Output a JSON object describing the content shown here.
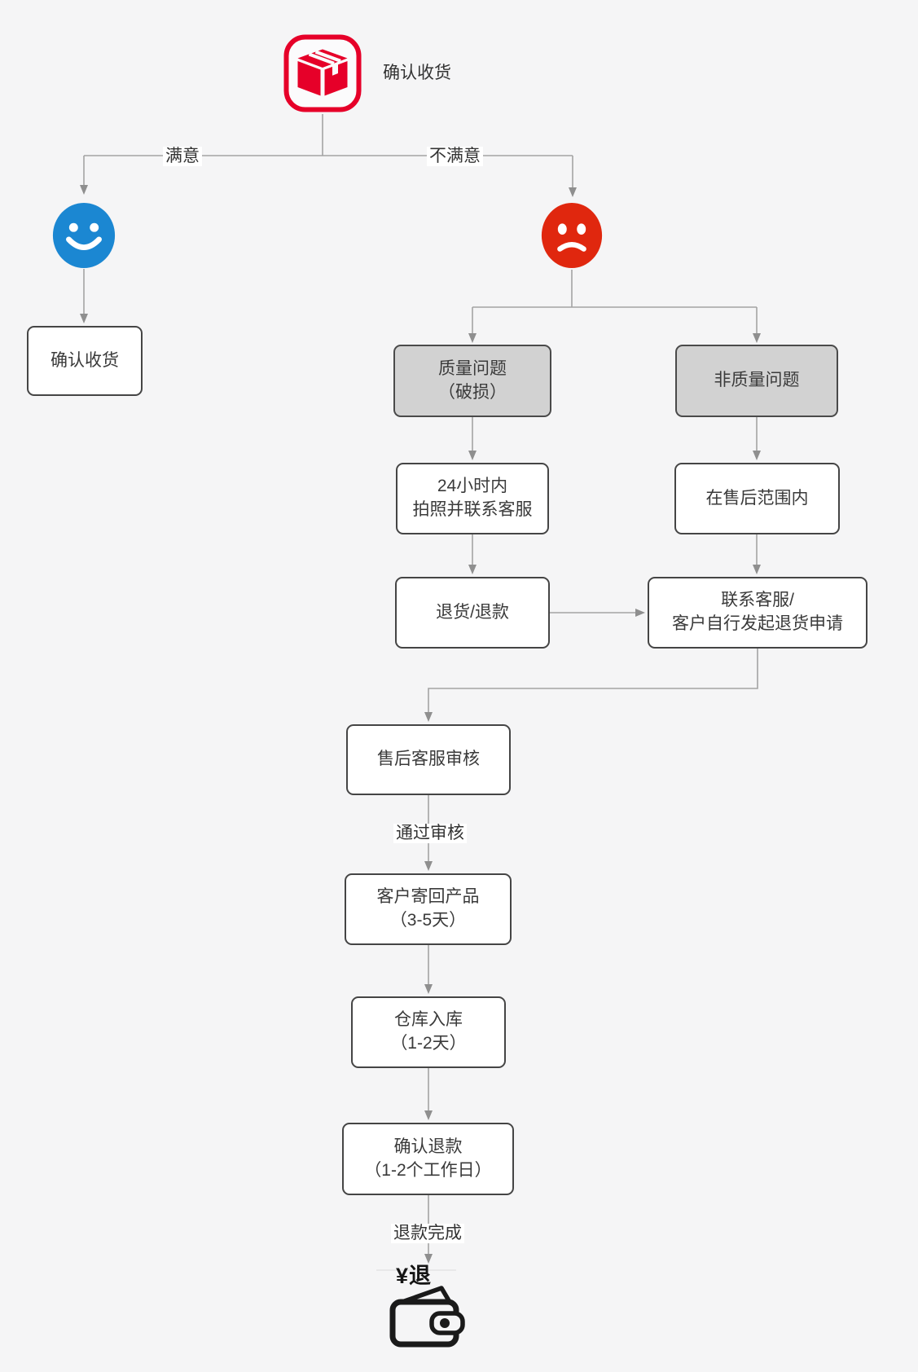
{
  "diagram": {
    "start": {
      "icon": "package-icon",
      "label": "确认收货"
    },
    "branch_labels": {
      "satisfied": "满意",
      "unsatisfied": "不满意"
    },
    "nodes": {
      "confirm_receipt": {
        "line1": "确认收货"
      },
      "quality_issue": {
        "line1": "质量问题",
        "line2": "（破损）"
      },
      "non_quality_issue": {
        "line1": "非质量问题"
      },
      "photo_within_24h": {
        "line1": "24小时内",
        "line2": "拍照并联系客服"
      },
      "within_after_sale_scope": {
        "line1": "在售后范围内"
      },
      "return_or_refund": {
        "line1": "退货/退款"
      },
      "contact_customer_service": {
        "line1": "联系客服/",
        "line2": "客户自行发起退货申请"
      },
      "after_sale_review": {
        "line1": "售后客服审核"
      },
      "customer_sends_back": {
        "line1": "客户寄回产品",
        "line2": "（3-5天）"
      },
      "warehouse_inbound": {
        "line1": "仓库入库",
        "line2": "（1-2天）"
      },
      "confirm_refund": {
        "line1": "确认退款",
        "line2": "（1-2个工作日）"
      }
    },
    "edge_labels": {
      "review_passed": "通过审核",
      "refund_completed": "退款完成"
    },
    "end": {
      "icon": "wallet-refund-icon",
      "icon_text": "¥退"
    },
    "colors": {
      "background": "#f5f5f6",
      "connector": "#a3a3a3",
      "arrowhead": "#8f8f8f",
      "node_border": "#454545",
      "node_fill": "#ffffff",
      "decision_fill": "#d2d2d2",
      "text": "#3a3a3a",
      "start_icon_red": "#e60029",
      "satisfied_blue": "#1b87d2",
      "unsatisfied_red": "#e0270e",
      "wallet_black": "#1a1a1a"
    }
  }
}
